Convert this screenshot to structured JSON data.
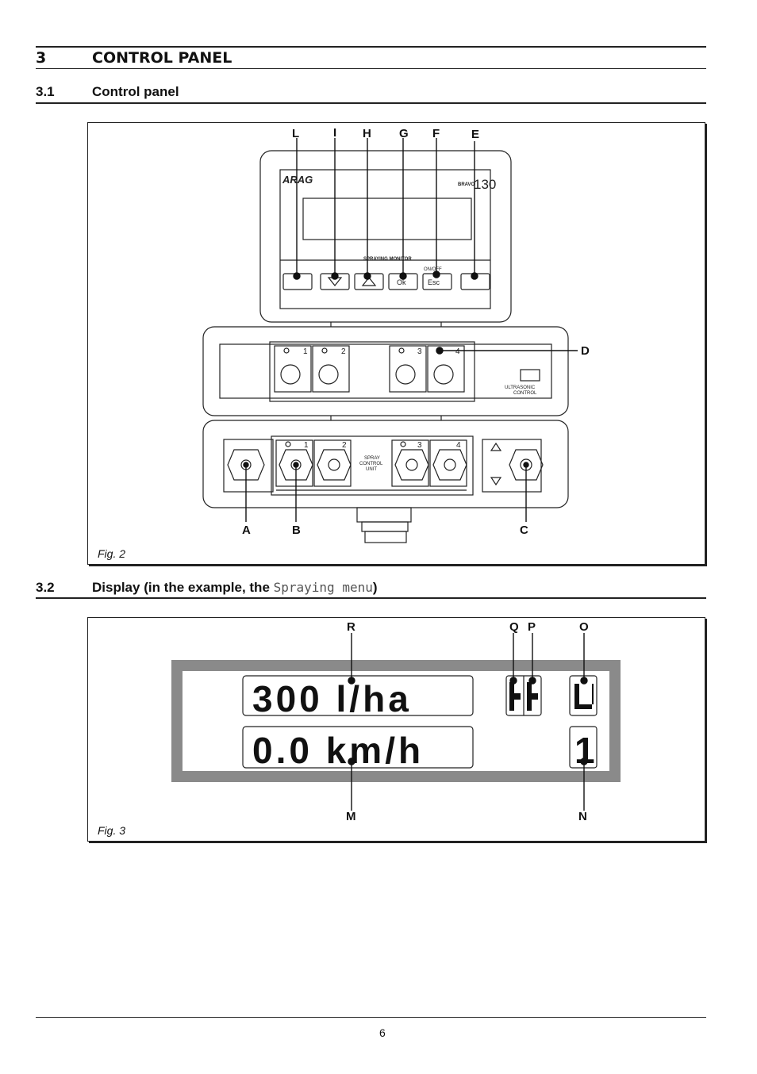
{
  "section": {
    "number": "3",
    "title": "CONTROL PANEL"
  },
  "sub1": {
    "number": "3.1",
    "title": "Control panel"
  },
  "sub2": {
    "number": "3.2",
    "title_prefix": "Display (in the example, the ",
    "title_mono": "Spraying menu",
    "title_suffix": ")"
  },
  "fig2": {
    "caption": "Fig. 2",
    "callouts": {
      "L": "L",
      "I": "I",
      "H": "H",
      "G": "G",
      "F": "F",
      "E": "E",
      "D": "D",
      "A": "A",
      "B": "B",
      "C": "C"
    },
    "monitor": {
      "brand": "ARAG",
      "model": "BRAVO",
      "model_num": "130",
      "label": "SPRAYING MONITOR",
      "onoff": "ON/OFF",
      "buttons": [
        "",
        "",
        "",
        "Ok",
        "Esc",
        ""
      ]
    },
    "ultrasonic": {
      "channels": [
        "1",
        "2",
        "3",
        "4"
      ],
      "label1": "ULTRASONIC",
      "label2": "CONTROL"
    },
    "spray": {
      "channels": [
        "1",
        "2",
        "3",
        "4"
      ],
      "label1": "SPRAY",
      "label2": "CONTROL",
      "label3": "UNIT"
    }
  },
  "fig3": {
    "caption": "Fig. 3",
    "callouts": {
      "R": "R",
      "Q": "Q",
      "P": "P",
      "O": "O",
      "M": "M",
      "N": "N"
    },
    "display": {
      "line1": "300 l/ha",
      "line2": "0.0 km/h",
      "indicator": "1"
    }
  },
  "footer": {
    "page": "6"
  },
  "colors": {
    "display_frame": "#8a8a8a",
    "ink": "#111111"
  }
}
